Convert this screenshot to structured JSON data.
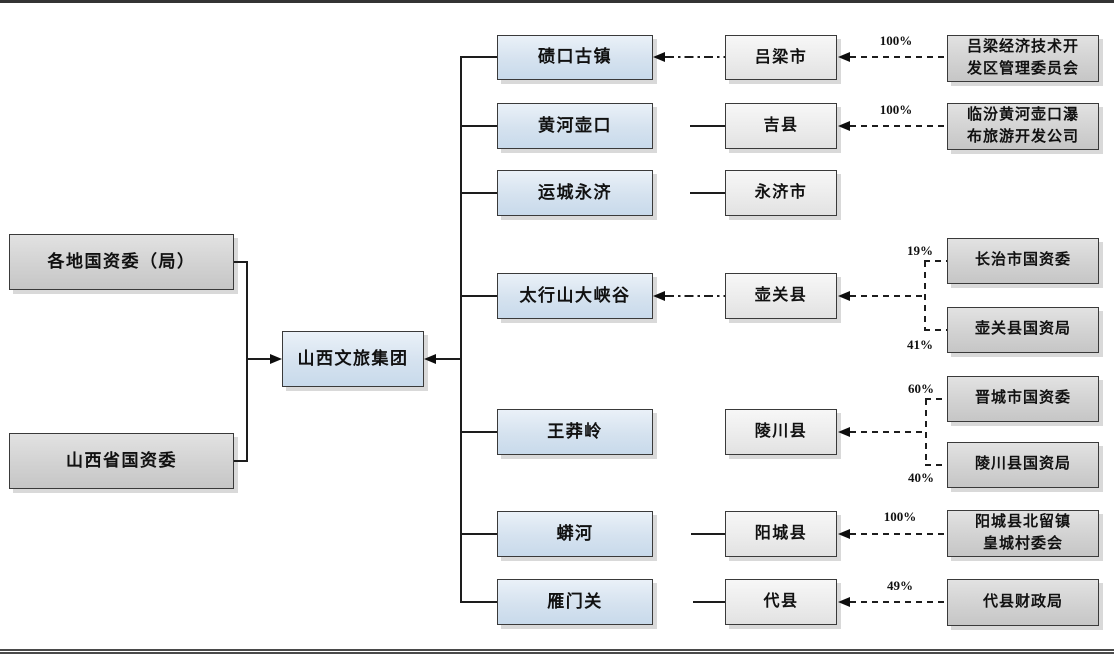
{
  "diagram": {
    "center": {
      "label": "山西文旅集团"
    },
    "left_owners": [
      {
        "label": "各地国资委（局）"
      },
      {
        "label": "山西省国资委"
      }
    ],
    "sites": [
      {
        "label": "碛口古镇"
      },
      {
        "label": "黄河壶口"
      },
      {
        "label": "运城永济"
      },
      {
        "label": "太行山大峡谷"
      },
      {
        "label": "王莽岭"
      },
      {
        "label": "蟒河"
      },
      {
        "label": "雁门关"
      }
    ],
    "counties": [
      {
        "label": "吕梁市"
      },
      {
        "label": "吉县"
      },
      {
        "label": "永济市"
      },
      {
        "label": "壶关县"
      },
      {
        "label": "陵川县"
      },
      {
        "label": "阳城县"
      },
      {
        "label": "代县"
      }
    ],
    "stakeholders": [
      {
        "label": "吕梁经济技术开\n发区管理委员会",
        "pct": "100%"
      },
      {
        "label": "临汾黄河壶口瀑\n布旅游开发公司",
        "pct": "100%"
      },
      {
        "label": "长治市国资委",
        "pct": "19%"
      },
      {
        "label": "壶关县国资局",
        "pct": "41%"
      },
      {
        "label": "晋城市国资委",
        "pct": "60%"
      },
      {
        "label": "陵川县国资局",
        "pct": "40%"
      },
      {
        "label": "阳城县北留镇\n皇城村委会",
        "pct": "100%"
      },
      {
        "label": "代县财政局",
        "pct": "49%"
      }
    ],
    "colors": {
      "site_box_fill": "#d5e2ef",
      "county_box_fill": "#ececec",
      "gray_box_fill": "#d2d2d2",
      "line": "#1d1d1d",
      "border": "#3a3a3a"
    }
  }
}
